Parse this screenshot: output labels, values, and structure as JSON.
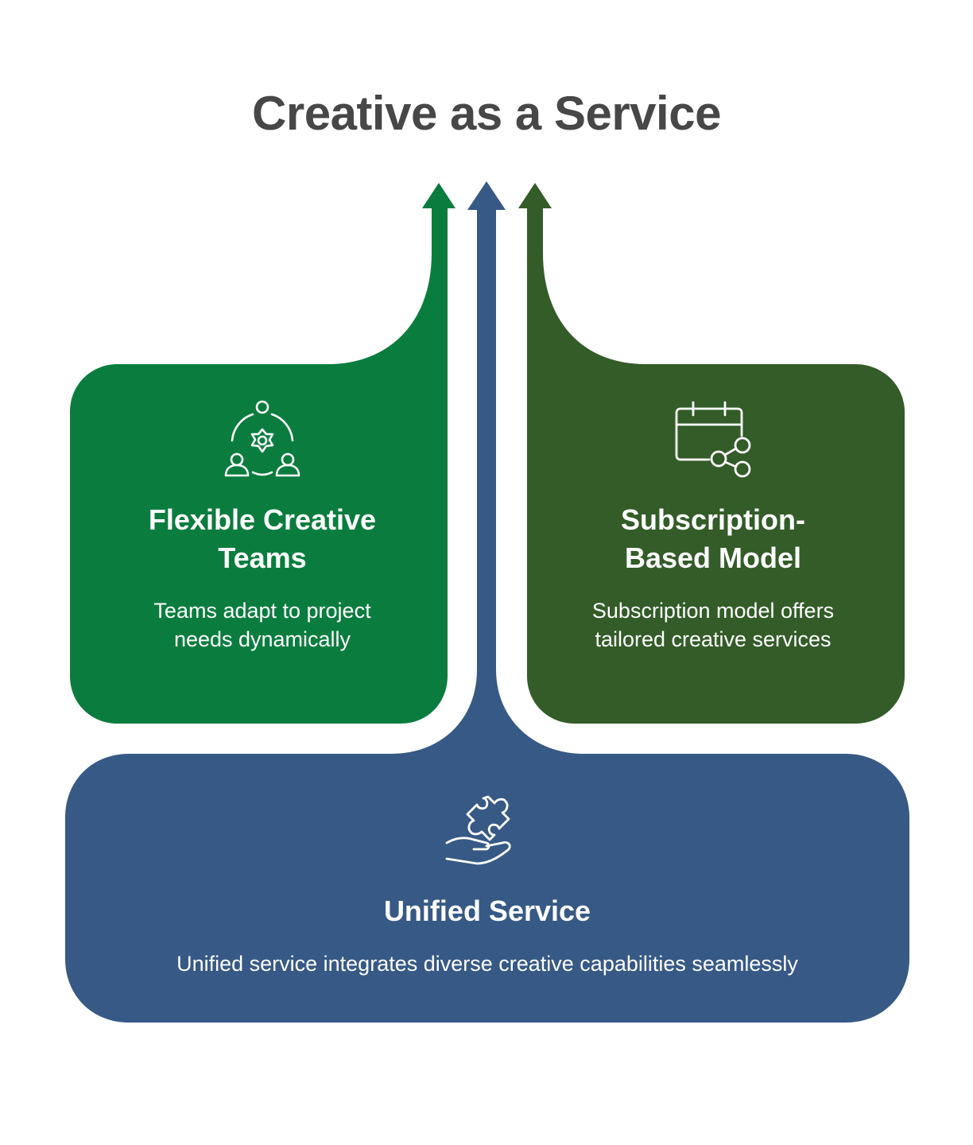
{
  "title": "Creative as a Service",
  "colors": {
    "left_card": "#0a7d3e",
    "right_card": "#335c28",
    "bottom_card": "#375986",
    "title_text": "#474747"
  },
  "cards": {
    "left": {
      "icon": "team-collaboration-icon",
      "heading_line1": "Flexible Creative",
      "heading_line2": "Teams",
      "desc_line1": "Teams adapt to project",
      "desc_line2": "needs dynamically"
    },
    "right": {
      "icon": "calendar-share-icon",
      "heading_line1": "Subscription-",
      "heading_line2": "Based Model",
      "desc_line1": "Subscription model offers",
      "desc_line2": "tailored creative services"
    },
    "bottom": {
      "icon": "hand-puzzle-icon",
      "heading": "Unified Service",
      "desc": "Unified service integrates diverse creative capabilities seamlessly"
    }
  }
}
